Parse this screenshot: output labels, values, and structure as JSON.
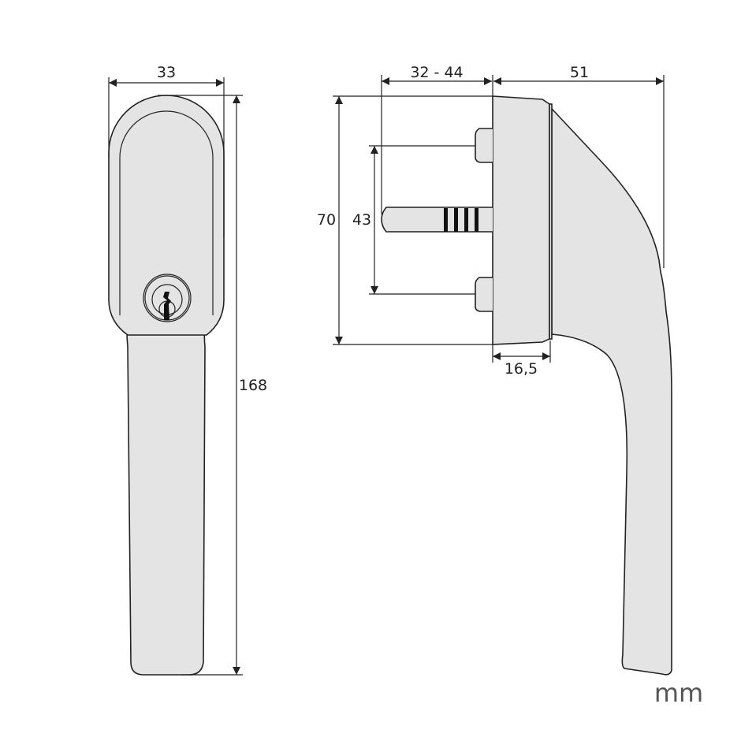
{
  "front_view": {
    "width_label": "33",
    "height_label": "168"
  },
  "side_view": {
    "spindle_length_label": "32 - 44",
    "depth_label": "51",
    "rosette_height_label": "70",
    "screw_spacing_label": "43",
    "rosette_depth_label": "16,5"
  },
  "unit_label": "mm",
  "colors": {
    "fill": "#e4e4e4",
    "stroke": "#222222"
  }
}
